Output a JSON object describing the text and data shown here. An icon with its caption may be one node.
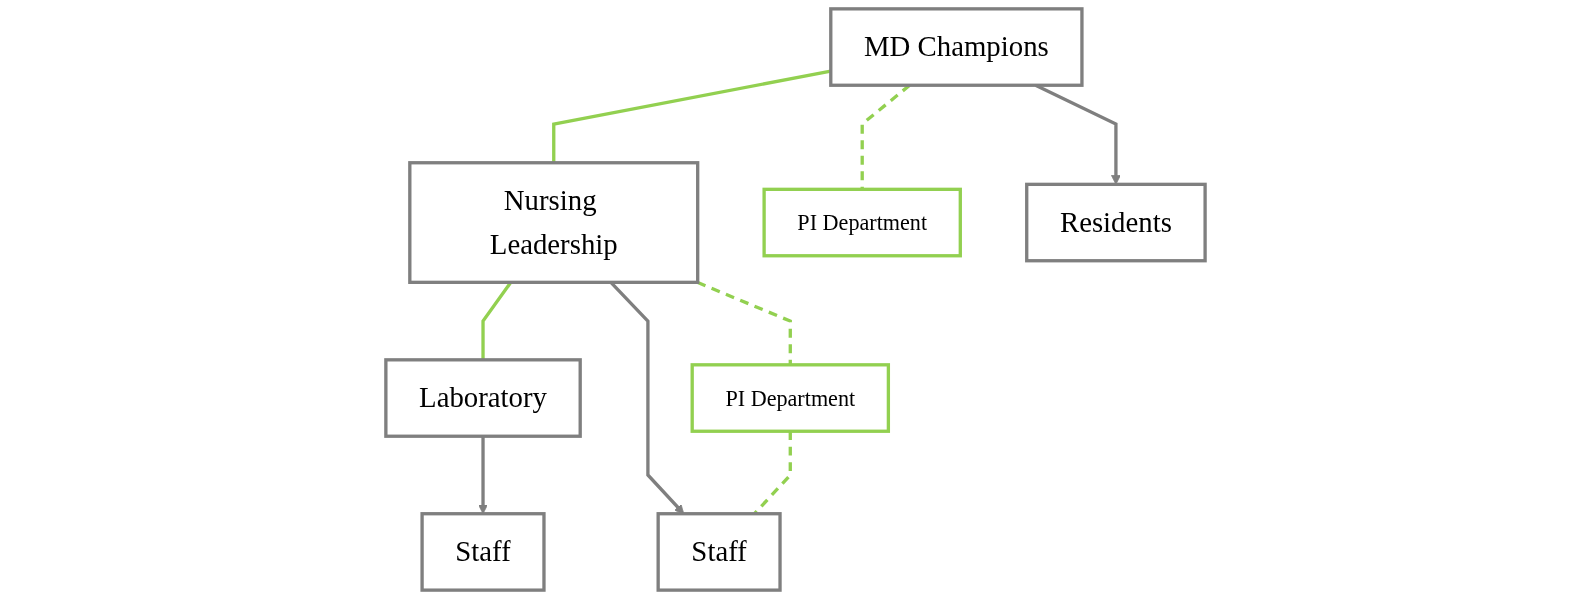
{
  "diagram": {
    "nodes": [
      {
        "text": [
          "MD Champions"
        ]
      },
      {
        "text": [
          "Nursing Leadership"
        ]
      },
      {
        "text": [
          "Laboratory"
        ]
      },
      {
        "text": [
          "PI Department"
        ]
      },
      {
        "text": [
          "PI Department"
        ]
      },
      {
        "text": [
          "Residents"
        ]
      },
      {
        "text": [
          "Staff"
        ]
      },
      {
        "text": [
          "Staff"
        ]
      }
    ],
    "edges": [
      {
        "from": 0,
        "to": 1,
        "arrow": "none",
        "color": "#92d050"
      },
      {
        "from": 1,
        "to": 2,
        "arrow": "none",
        "color": "#92d050"
      },
      {
        "from": 0,
        "to": 5,
        "arrow": "to",
        "color": "#7f7f7f"
      },
      {
        "from": 0,
        "to": 3,
        "arrow": "none",
        "style": "dashed",
        "color": "#92d050"
      },
      {
        "from": 1,
        "to": 6,
        "arrow": "to",
        "color": "#7f7f7f"
      },
      {
        "from": 1,
        "to": 4,
        "arrow": "none",
        "style": "dashed",
        "color": "#92d050"
      },
      {
        "from": 4,
        "to": 6,
        "arrow": "none",
        "style": "dashed",
        "color": "#92d050"
      },
      {
        "from": 2,
        "to": 7,
        "arrow": "to",
        "color": "#7f7f7f"
      }
    ]
  }
}
